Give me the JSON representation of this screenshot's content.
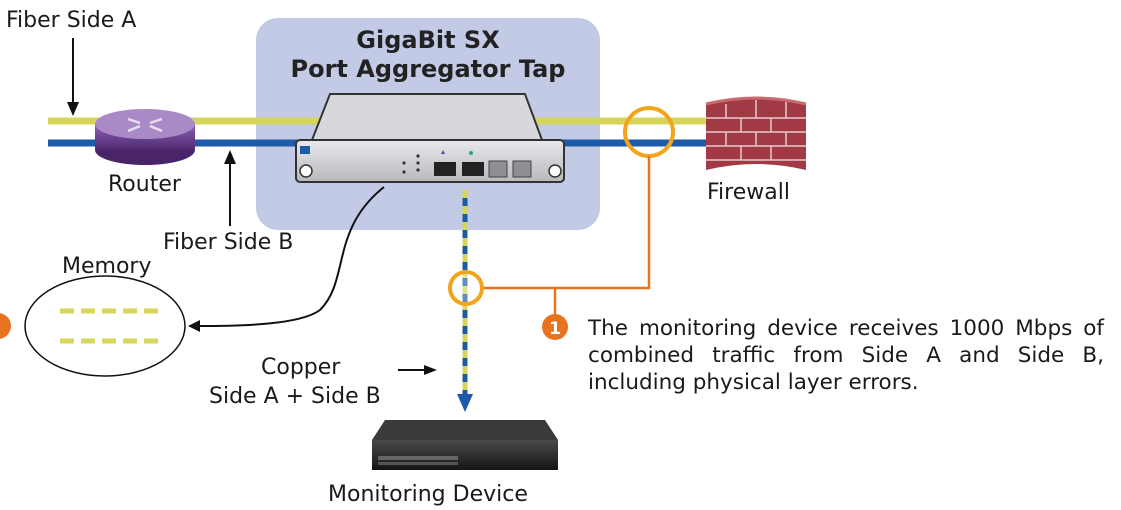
{
  "diagram": {
    "tap_title_line1": "GigaBit SX",
    "tap_title_line2": "Port Aggregator Tap",
    "labels": {
      "fiber_side_a": "Fiber Side A",
      "fiber_side_b": "Fiber Side B",
      "router": "Router",
      "firewall": "Firewall",
      "memory": "Memory",
      "copper_line1": "Copper",
      "copper_line2": "Side A + Side B",
      "monitoring_device": "Monitoring Device"
    },
    "callout": {
      "number": "1",
      "text": "The monitoring device receives 1000 Mbps of combined traffic from Side A and Side B, including physical layer errors."
    },
    "colors": {
      "tap_panel": "#c2cae6",
      "fiber_a": "#d6d65a",
      "fiber_b": "#1f5aa8",
      "callout_orange": "#e8731f",
      "tap_ring": "#f2a51c"
    }
  }
}
